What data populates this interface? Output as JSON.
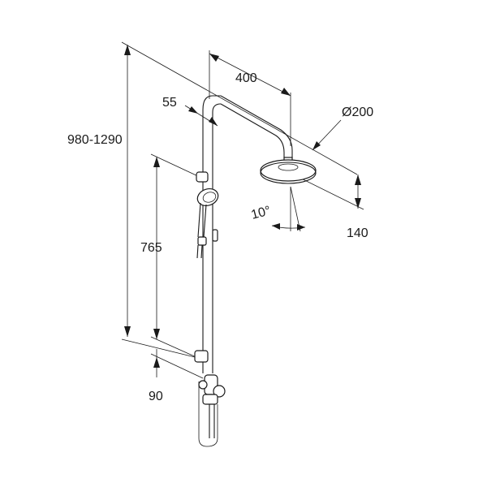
{
  "dimensions": {
    "total_height": "980-1290",
    "arm_length": "400",
    "wall_distance": "55",
    "head_diameter": "Ø200",
    "head_drop": "140",
    "tilt_angle": "10°",
    "slide_rail_length": "765",
    "mixer_offset": "90"
  },
  "colors": {
    "line": "#1a1a1a",
    "background": "#ffffff"
  }
}
